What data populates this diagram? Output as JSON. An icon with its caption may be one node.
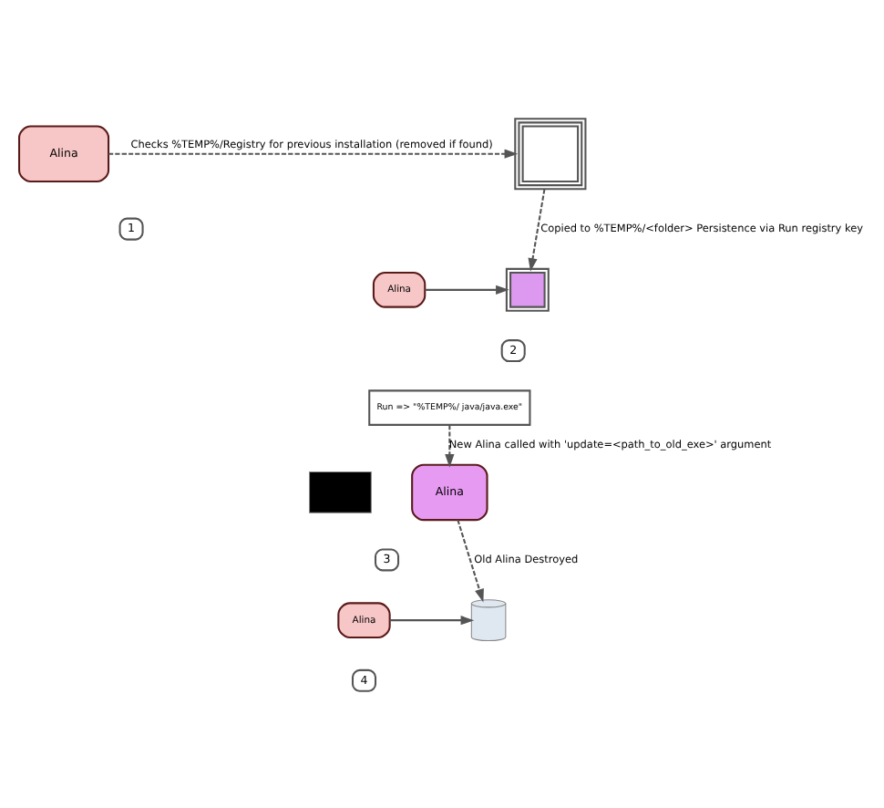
{
  "diagram": {
    "nodes": [
      {
        "text": [
          "Alina"
        ]
      },
      {
        "text": [],
        "shape": "box"
      },
      {
        "text": [
          "1"
        ]
      },
      {
        "text": [
          "Alina"
        ]
      },
      {
        "text": [],
        "shape": "box"
      },
      {
        "text": [
          "Run => \"%TEMP%/ java/java.exe\""
        ]
      },
      {
        "text": [
          "2"
        ]
      },
      {
        "text": [],
        "shape": "box"
      },
      {
        "text": [
          "Alina"
        ]
      },
      {
        "text": [
          "3"
        ]
      },
      {
        "text": [
          "Alina"
        ]
      },
      {
        "text": [],
        "shape": "cylinder"
      },
      {
        "text": [
          "4"
        ]
      }
    ],
    "edges": [
      {
        "from": 0,
        "to": 1,
        "arrow": "to",
        "style": "dashed",
        "label": "Checks %TEMP%/Registry for previous installation (removed if found)"
      },
      {
        "from": 1,
        "to": 4,
        "arrow": "to",
        "style": "dashed",
        "label": "Copied to %TEMP%/<folder> Persistence via Run registry key"
      },
      {
        "from": 3,
        "to": 4,
        "arrow": "to"
      },
      {
        "from": 5,
        "to": 8,
        "arrow": "to",
        "style": "dashed",
        "label": "New Alina called with 'update=<path_to_old_exe>' argument"
      },
      {
        "from": 8,
        "to": 11,
        "arrow": "to",
        "style": "dashed",
        "label": "Old Alina Destroyed"
      },
      {
        "from": 10,
        "to": 11,
        "arrow": "to"
      }
    ]
  }
}
